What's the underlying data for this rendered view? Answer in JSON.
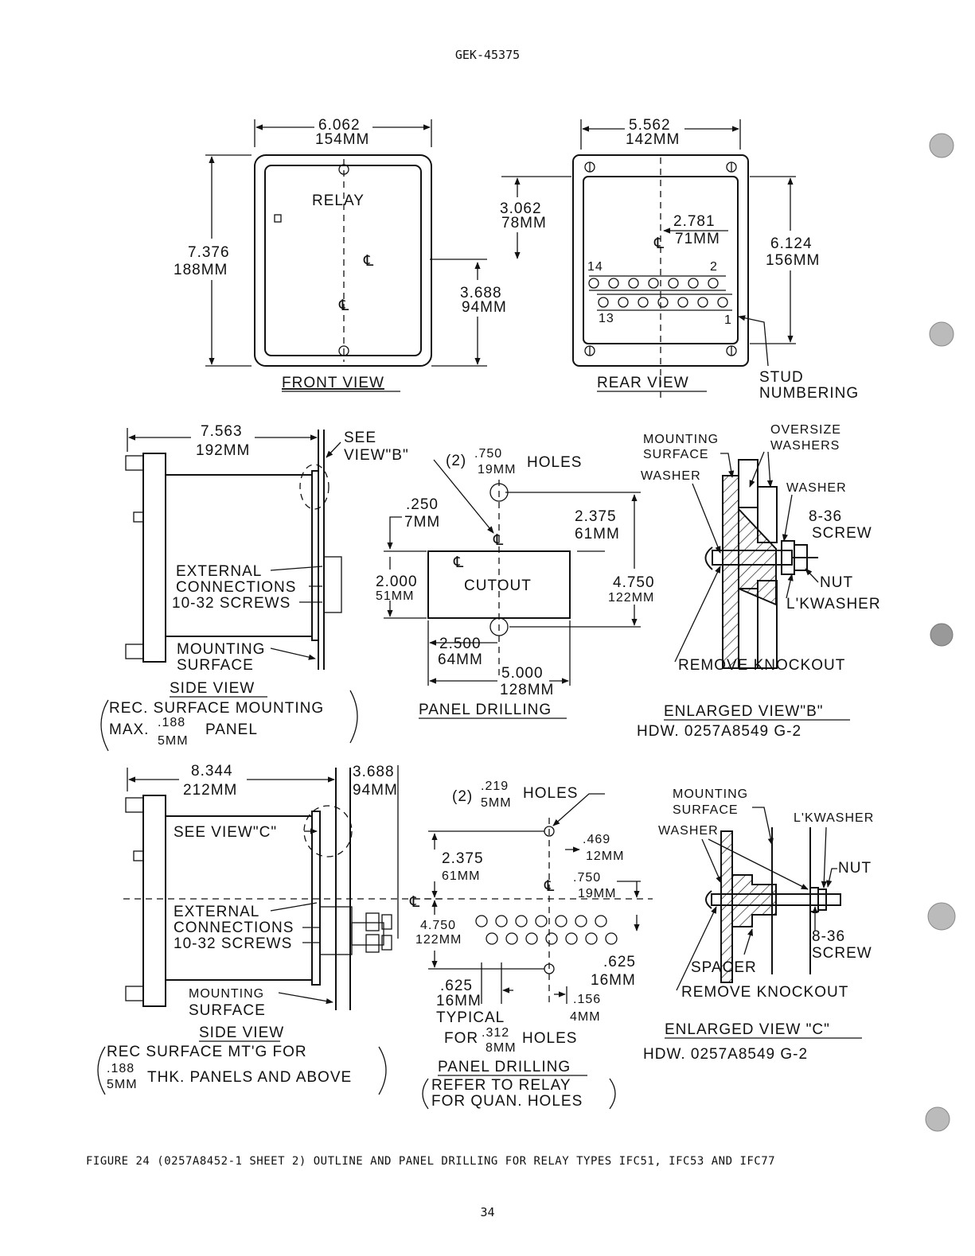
{
  "header": {
    "doc_id": "GEK-45375"
  },
  "front_view": {
    "title": "FRONT VIEW",
    "label": "RELAY",
    "width_in": "6.062",
    "width_mm": "154MM",
    "height_in": "7.376",
    "height_mm": "188MM",
    "half_in": "3.688",
    "half_mm": "94MM",
    "cl": "℄"
  },
  "rear_view": {
    "title": "REAR VIEW",
    "width_in": "5.562",
    "width_mm": "142MM",
    "top_in": "3.062",
    "top_mm": "78MM",
    "offset_in": "2.781",
    "offset_mm": "71MM",
    "height_in": "6.124",
    "height_mm": "156MM",
    "stud_14": "14",
    "stud_2": "2",
    "stud_13": "13",
    "stud_1": "1",
    "stud_label_1": "STUD",
    "stud_label_2": "NUMBERING"
  },
  "side_view_1": {
    "title": "SIDE VIEW",
    "depth_in": "7.563",
    "depth_mm": "192MM",
    "see_view": "SEE",
    "see_view_2": "VIEW\"B\"",
    "ext_1": "EXTERNAL",
    "ext_2": "CONNECTIONS",
    "ext_3": "10-32 SCREWS",
    "mount_1": "MOUNTING",
    "mount_2": "SURFACE",
    "note_1": "REC. SURFACE MOUNTING",
    "note_max": "MAX.",
    "note_in": ".188",
    "note_mm": "5MM",
    "note_panel": "PANEL"
  },
  "panel_drilling_1": {
    "title": "PANEL DRILLING",
    "holes_qty": "(2)",
    "holes_in": ".750",
    "holes_mm": "19MM",
    "holes_text": "HOLES",
    "off_in": ".250",
    "off_mm": "7MM",
    "v1_in": "2.375",
    "v1_mm": "61MM",
    "h_in": "2.000",
    "h_mm": "51MM",
    "tot_in": "4.750",
    "tot_mm": "122MM",
    "cutout": "CUTOUT",
    "half_in": "2.500",
    "half_mm": "64MM",
    "w_in": "5.000",
    "w_mm": "128MM"
  },
  "enlarged_view_b": {
    "title": "ENLARGED VIEW\"B\"",
    "hdw": "HDW. 0257A8549 G-2",
    "mount_1": "MOUNTING",
    "mount_2": "SURFACE",
    "over_1": "OVERSIZE",
    "over_2": "WASHERS",
    "washer_l": "WASHER",
    "washer_r": "WASHER",
    "screw_1": "8-36",
    "screw_2": "SCREW",
    "nut": "NUT",
    "lkwasher": "L'KWASHER",
    "knockout": "REMOVE KNOCKOUT"
  },
  "side_view_2": {
    "title": "SIDE VIEW",
    "depth_in": "8.344",
    "depth_mm": "212MM",
    "right_in": "3.688",
    "right_mm": "94MM",
    "see_view": "SEE VIEW\"C\"",
    "ext_1": "EXTERNAL",
    "ext_2": "CONNECTIONS",
    "ext_3": "10-32 SCREWS",
    "mount_1": "MOUNTING",
    "mount_2": "SURFACE",
    "note_1": "REC SURFACE MT'G FOR",
    "note_in": ".188",
    "note_mm": "5MM",
    "note_2": "THK. PANELS AND ABOVE"
  },
  "panel_drilling_2": {
    "title": "PANEL DRILLING",
    "holes_qty": "(2)",
    "holes_in": ".219",
    "holes_mm": "5MM",
    "holes_text": "HOLES",
    "v_in": "2.375",
    "v_mm": "61MM",
    "s_in": ".469",
    "s_mm": "12MM",
    "d_in": ".750",
    "d_mm": "19MM",
    "tot_in": "4.750",
    "tot_mm": "122MM",
    "r_in": ".625",
    "r_mm": "16MM",
    "l_in": ".625",
    "l_mm": "16MM",
    "typical": "TYPICAL",
    "for_text": "FOR",
    "hole_in": ".312",
    "hole_mm": "8MM",
    "holes_text_2": "HOLES",
    "g_in": ".156",
    "g_mm": "4MM",
    "note_1": "REFER TO RELAY",
    "note_2": "FOR QUAN. HOLES"
  },
  "enlarged_view_c": {
    "title": "ENLARGED VIEW \"C\"",
    "hdw": "HDW. 0257A8549 G-2",
    "mount_1": "MOUNTING",
    "mount_2": "SURFACE",
    "lkwasher": "L'KWASHER",
    "washer": "WASHER",
    "nut": "NUT",
    "screw_1": "8-36",
    "screw_2": "SCREW",
    "spacer": "SPACER",
    "knockout": "REMOVE KNOCKOUT"
  },
  "caption": "FIGURE 24 (0257A8452-1 SHEET 2)  OUTLINE AND PANEL DRILLING FOR RELAY TYPES IFC51, IFC53 AND IFC77",
  "footer": {
    "page_number": "34"
  }
}
